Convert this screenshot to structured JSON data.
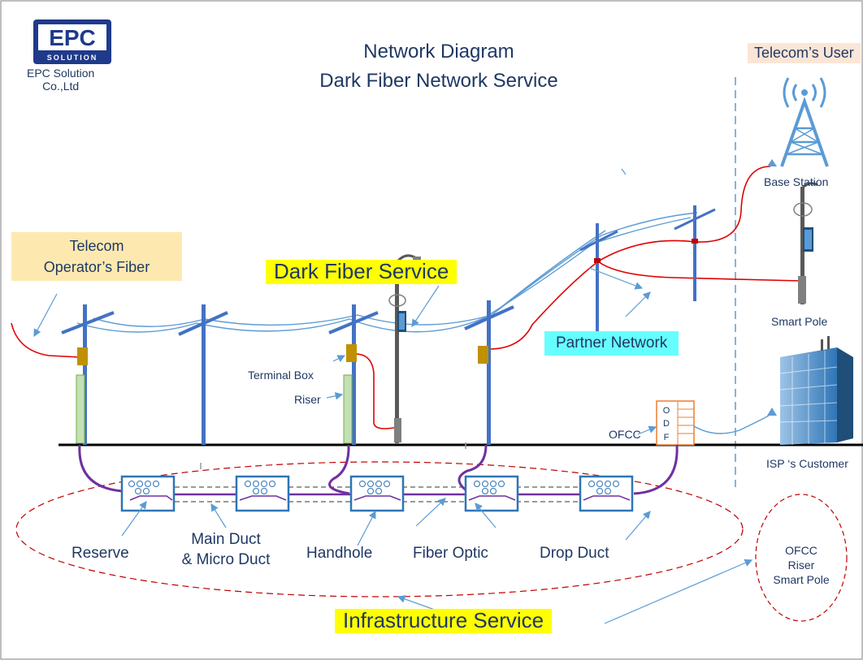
{
  "company": {
    "logo_text": "EPC",
    "logo_subtext": "SOLUTION",
    "name_line1": "EPC Solution",
    "name_line2": "Co.,Ltd"
  },
  "title": {
    "line1": "Network Diagram",
    "line2": "Dark Fiber Network Service"
  },
  "labels": {
    "telecom_user": "Telecom’s User",
    "telecom_operator_line1": "Telecom",
    "telecom_operator_line2": "Operator’s Fiber",
    "dark_fiber_service": "Dark Fiber Service",
    "partner_network": "Partner Network",
    "terminal_box": "Terminal Box",
    "riser": "Riser",
    "ofcc": "OFCC",
    "odf_letters": [
      "O",
      "D",
      "F"
    ],
    "base_station": "Base Station",
    "smart_pole": "Smart Pole",
    "isp_customer": "ISP ‘s Customer",
    "reserve": "Reserve",
    "main_duct_line1": "Main Duct",
    "main_duct_line2": "& Micro Duct",
    "handhole": "Handhole",
    "fiber_optic": "Fiber Optic",
    "drop_duct": "Drop Duct",
    "infrastructure_service": "Infrastructure Service",
    "circle_ofcc": "OFCC",
    "circle_riser": "Riser",
    "circle_smart_pole": "Smart Pole"
  },
  "colors": {
    "text": "#1f3864",
    "fiber_blue": "#5b9bd5",
    "fiber_red": "#e00000",
    "duct_purple": "#7030a0",
    "pole_blue": "#4472c4",
    "box_gold": "#c09000",
    "riser_green": "#a9d18e",
    "handhole_blue": "#2e75b6",
    "dashed_red": "#c00000"
  },
  "icons": [
    "epc-logo",
    "base-station-tower-icon",
    "smart-pole-icon",
    "building-icon",
    "utility-pole-icon",
    "handhole-icon"
  ]
}
